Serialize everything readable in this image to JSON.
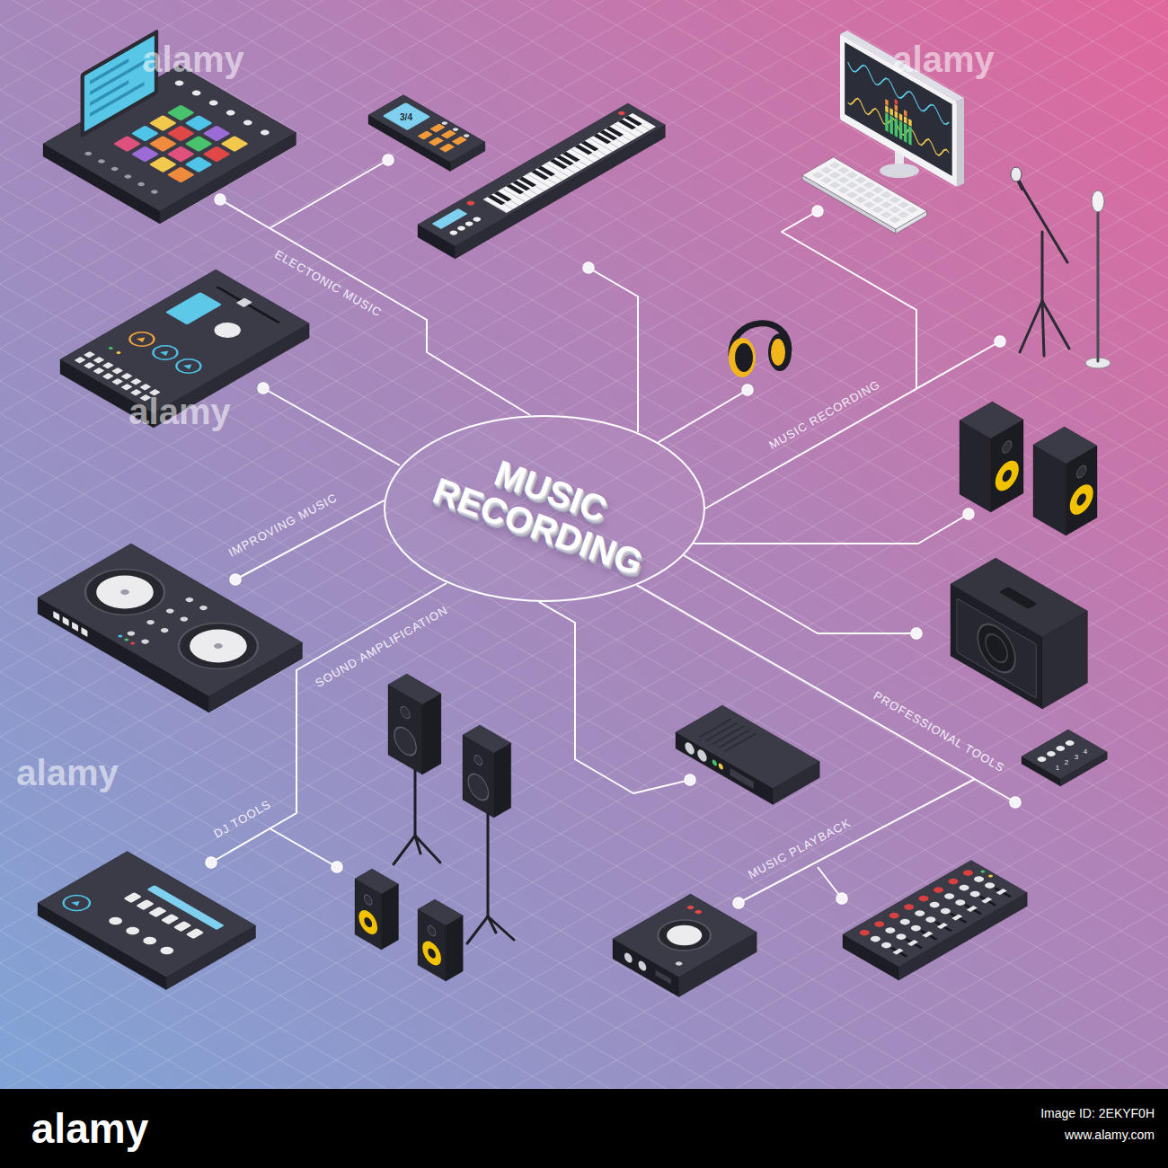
{
  "diagram": {
    "nodes": [
      {
        "text": [
          "MUSIC RECORDING"
        ]
      }
    ],
    "labels": [
      "ELECTONIC MUSIC",
      "IMPROVING MUSIC",
      "SOUND AMPLIFICATION",
      "DJ TOOLS",
      "MUSIC RECORDING",
      "PROFESSIONAL TOOLS",
      "MUSIC PLAYBACK",
      "3/4",
      "1",
      "2",
      "3",
      "4",
      "alamy",
      "alamy",
      "alamy",
      "alamy",
      "alamy",
      "Image ID: 2EKYF0H",
      "www.alamy.com"
    ]
  }
}
